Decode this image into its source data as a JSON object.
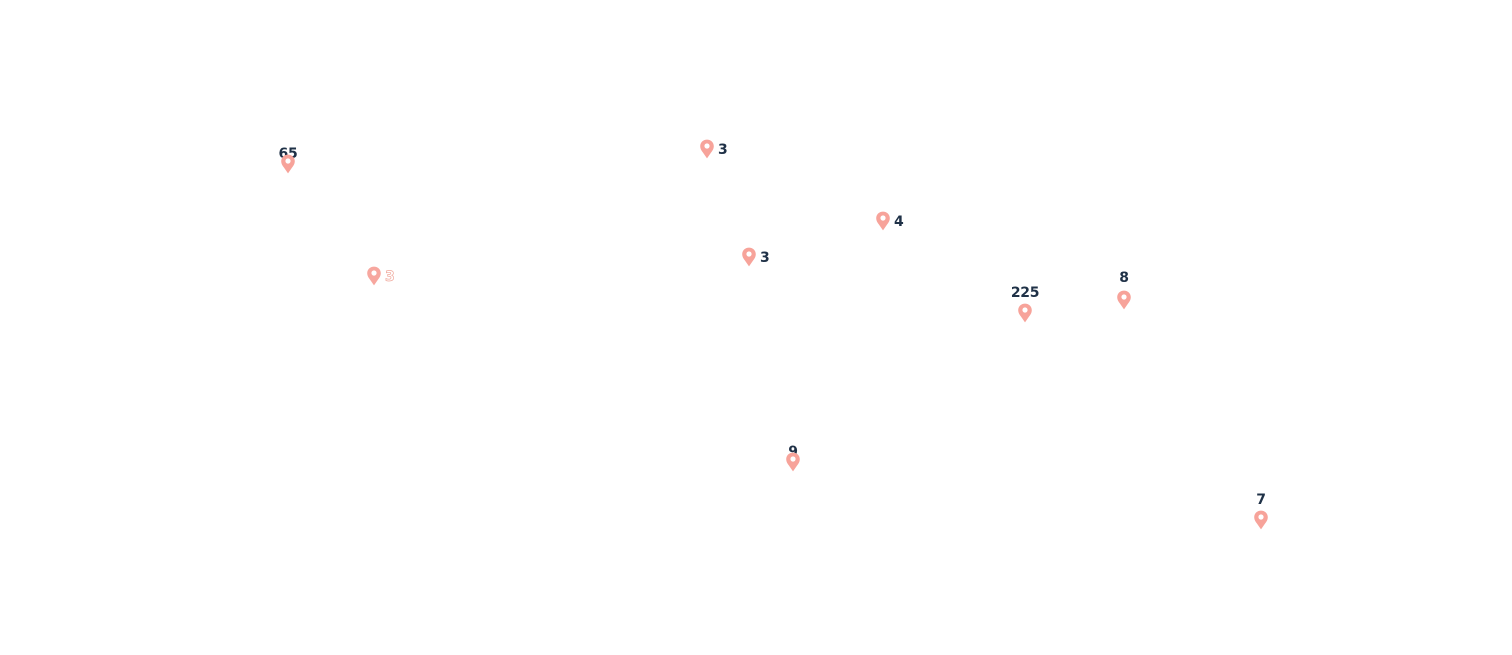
{
  "map": {
    "pin_color": "#f7a39a",
    "label_color": "#1f3147",
    "pin_icon": "map-pin-icon",
    "markers": [
      {
        "id": "m1",
        "count": "65"
      },
      {
        "id": "m2",
        "count": "3"
      },
      {
        "id": "m3",
        "count": "3"
      },
      {
        "id": "m4",
        "count": "4"
      },
      {
        "id": "m5",
        "count": "3"
      },
      {
        "id": "m6",
        "count": "225"
      },
      {
        "id": "m7",
        "count": "8"
      },
      {
        "id": "m8",
        "count": "9"
      },
      {
        "id": "m9",
        "count": "7"
      }
    ]
  }
}
